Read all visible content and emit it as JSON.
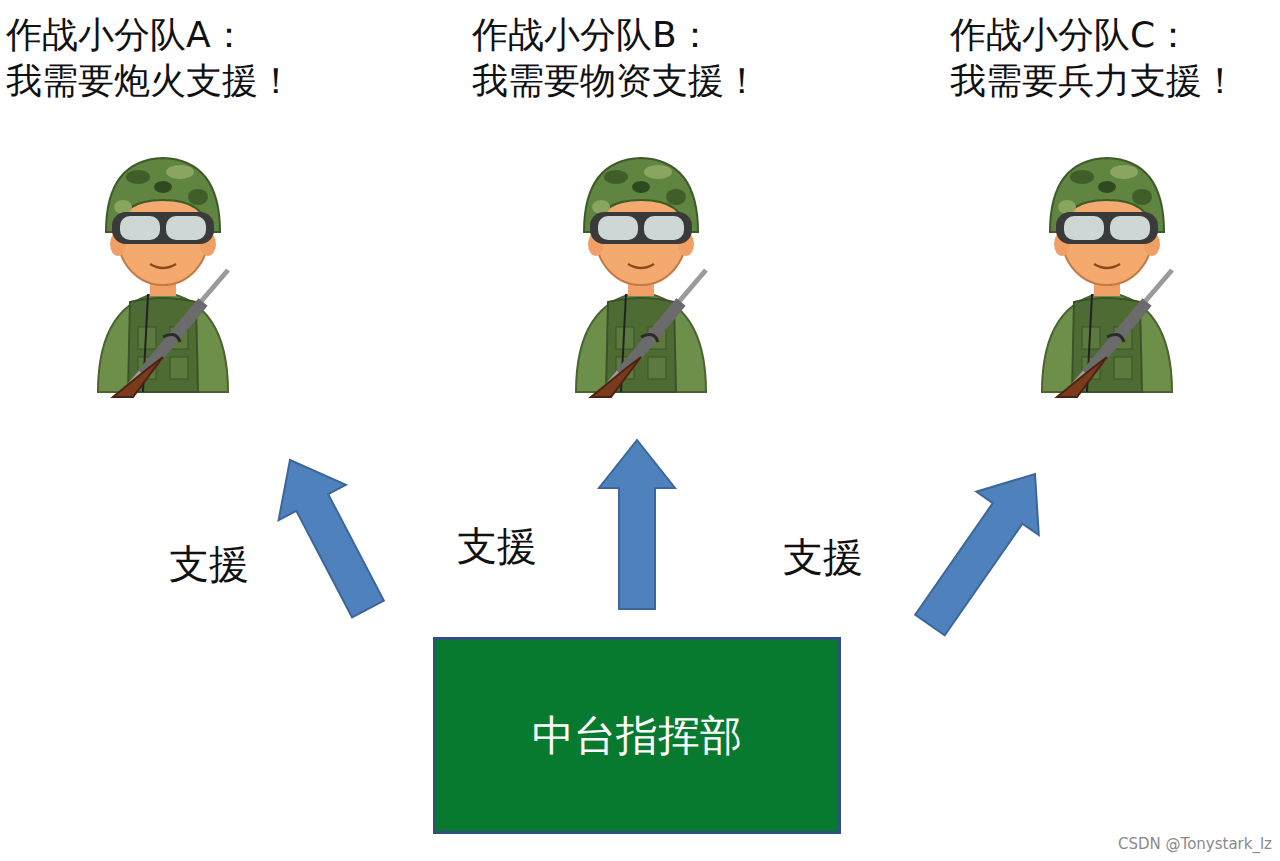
{
  "diagram": {
    "nodes": [
      {
        "text": [
          "作战小分队A：",
          "我需要炮火支援！"
        ]
      },
      {
        "text": [
          "作战小分队B：",
          "我需要物资支援！"
        ]
      },
      {
        "text": [
          "作战小分队C：",
          "我需要兵力支援！"
        ]
      },
      {
        "text": [
          "中台指挥部"
        ]
      }
    ],
    "edges": [
      {
        "from": 3,
        "to": 0,
        "arrow": "to",
        "label": "支援"
      },
      {
        "from": 3,
        "to": 1,
        "arrow": "to",
        "label": "支援"
      },
      {
        "from": 3,
        "to": 2,
        "arrow": "to",
        "label": "支援"
      }
    ],
    "labels": [
      "CSDN @Tonystark_lz"
    ]
  }
}
